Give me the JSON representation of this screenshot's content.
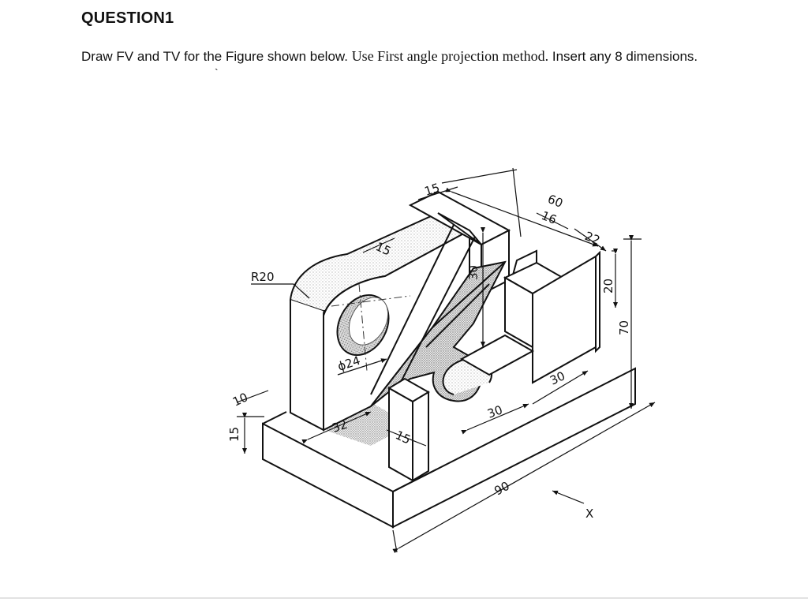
{
  "question": {
    "title": "QUESTION1",
    "text_part1": "Draw FV and TV for the Figure shown below. ",
    "text_part2": "Use First angle projection method.",
    "text_part3": " Insert any 8 dimensions.",
    "stray_mark": "`"
  },
  "figure": {
    "dimensions": {
      "r20": "R20",
      "phi24": "ϕ24",
      "d15_top": "15",
      "d15_slot": "15",
      "d15_front": "15",
      "d15_base": "15",
      "d10": "10",
      "d30_vert": "30",
      "d32": "32",
      "d30_a": "30",
      "d30_b": "30",
      "d90": "90",
      "d60": "60",
      "d16": "16",
      "d22": "22",
      "d20": "20",
      "d70": "70",
      "view_x": "X"
    }
  }
}
